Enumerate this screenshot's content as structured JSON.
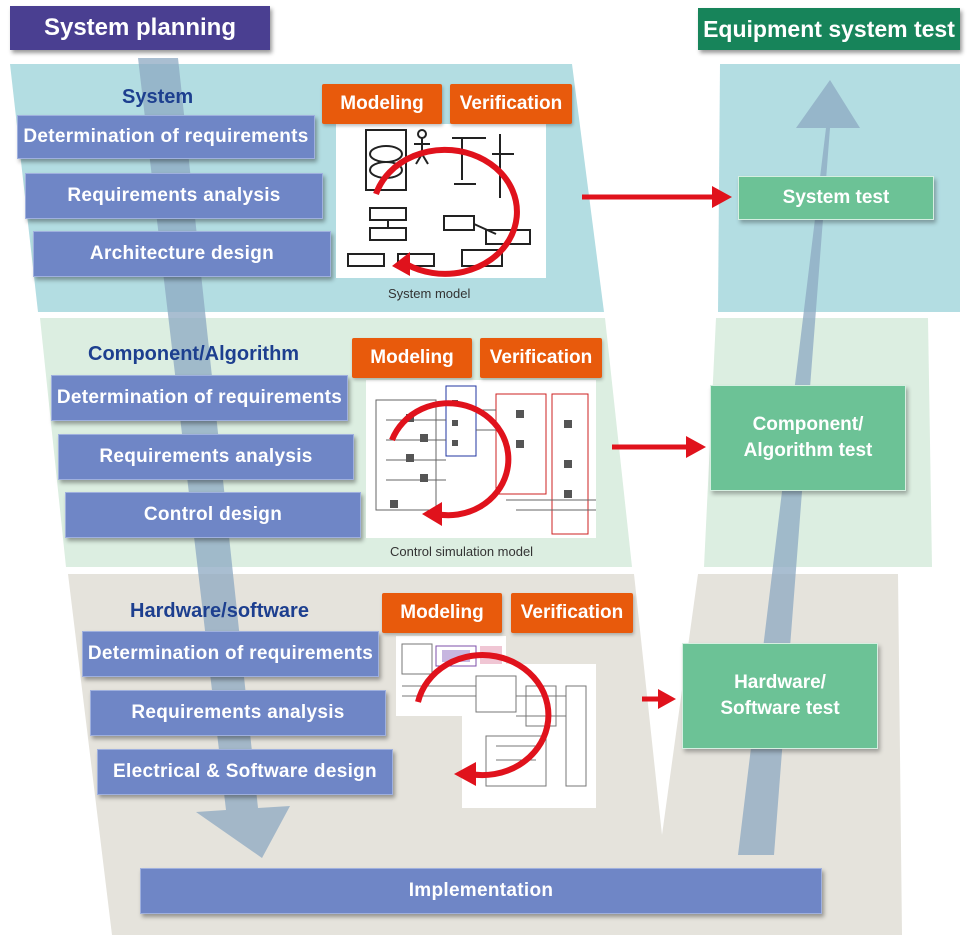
{
  "header": {
    "left_title": "System planning",
    "right_title": "Equipment system test"
  },
  "colors": {
    "band_system": "#b3dde2",
    "band_component": "#dceee1",
    "band_hardware": "#e5e3dc",
    "step_box": "#6f86c6",
    "test_box": "#6cc296",
    "action_button": "#e85a0c",
    "section_title": "#1d3f8f",
    "left_header": "#4a3f91",
    "right_header": "#17845a",
    "arrow_red": "#e0121c"
  },
  "sections": {
    "system": {
      "title": "System",
      "steps": [
        "Determination of requirements",
        "Requirements analysis",
        "Architecture design"
      ],
      "modeling_label": "Modeling",
      "verification_label": "Verification",
      "model_caption": "System model",
      "test_label": "System test"
    },
    "component": {
      "title": "Component/Algorithm",
      "steps": [
        "Determination of requirements",
        "Requirements analysis",
        "Control design"
      ],
      "modeling_label": "Modeling",
      "verification_label": "Verification",
      "model_caption": "Control simulation model",
      "test_label_line1": "Component/",
      "test_label_line2": "Algorithm test"
    },
    "hardware": {
      "title": "Hardware/software",
      "steps": [
        "Determination of requirements",
        "Requirements analysis",
        "Electrical & Software design"
      ],
      "modeling_label": "Modeling",
      "verification_label": "Verification",
      "test_label_line1": "Hardware/",
      "test_label_line2": "Software test"
    }
  },
  "implementation": "Implementation",
  "icons": [
    "down-arrow-icon",
    "up-arrow-icon",
    "right-arrow-icon",
    "cycle-arrow-icon"
  ]
}
